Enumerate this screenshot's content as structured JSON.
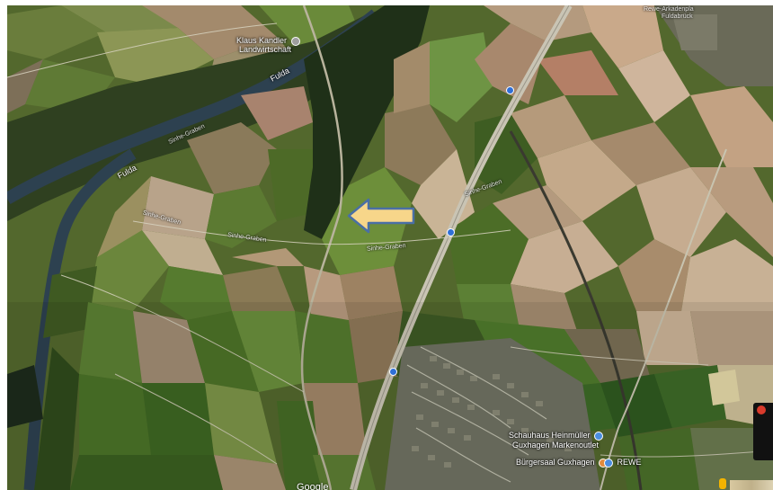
{
  "map": {
    "type": "satellite-view",
    "arrow_color": "#f7d68a",
    "arrow_direction": "left"
  },
  "labels": {
    "river_1": "Fulda",
    "river_2": "Fulda",
    "klaus_kandler": "Klaus Kandler",
    "landwirtschaft": "Landwirtschaft",
    "top_right": "Rewe-Arkadenpla",
    "top_right_2": "Fuldabrück",
    "stream_1": "Sinhe-Graben",
    "stream_2": "Sinhe-Graben",
    "stream_3": "Sinhe-Graben",
    "stream_4": "Sinhe-Graben",
    "stream_5": "Sinhe-Graben"
  },
  "pois": {
    "schauhaus_1": "Schauhaus Heinmüller",
    "schauhaus_2": "Guxhagen Markenoutlet",
    "buergersaal": "Bürgersaal Guxhagen",
    "rewe": "REWE"
  },
  "watermark": "Google"
}
